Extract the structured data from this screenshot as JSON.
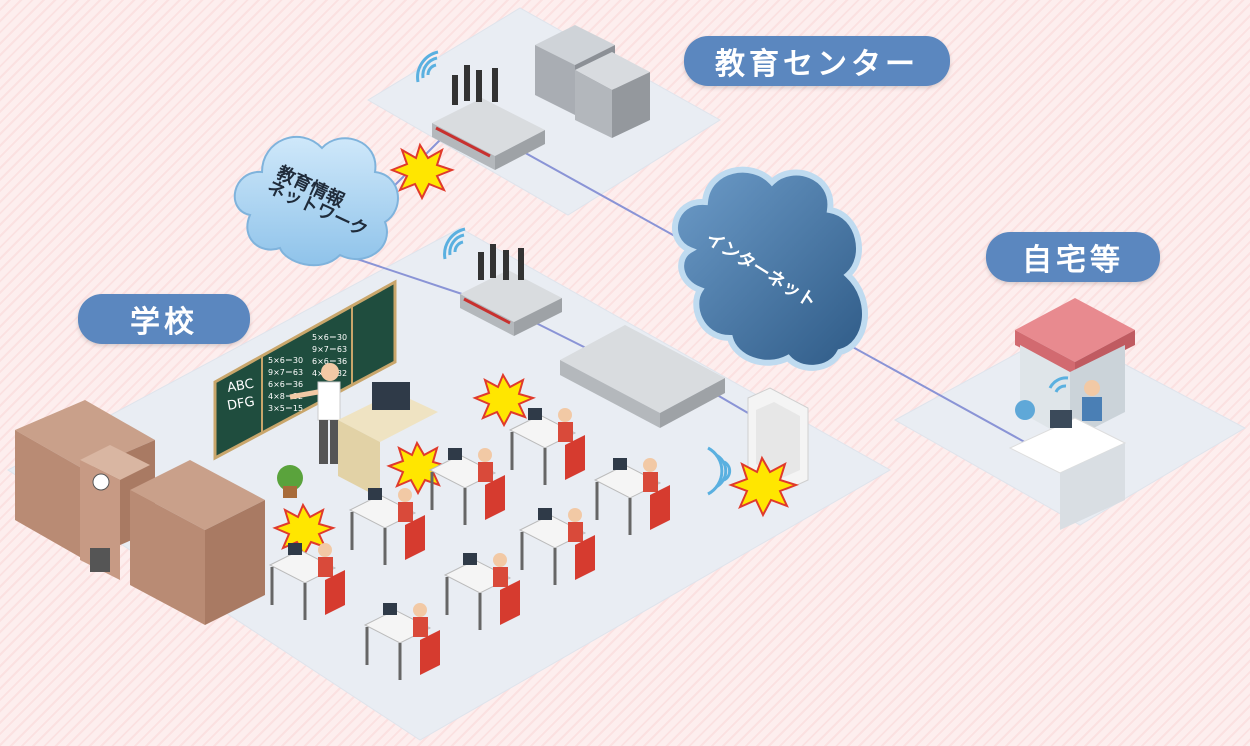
{
  "labels": {
    "education_center": "教育センター",
    "home": "自宅等",
    "school": "学校",
    "edu_network_line1": "教育情報",
    "edu_network_line2": "ネットワーク",
    "internet": "インターネット"
  },
  "chalkboard": {
    "left": [
      "ABC",
      "DFG"
    ],
    "middle": [
      "5×6＝30",
      "9×7＝63",
      "6×6＝36",
      "4×8＝32",
      "3×5＝15"
    ],
    "right": [
      "5×6＝30",
      "9×7＝63",
      "6×6＝36",
      "4×8＝32"
    ]
  },
  "colors": {
    "label_bg": "#5b87bf",
    "cloud": "#a9d3ef",
    "cloud_dark": "#3f6f9e",
    "platform": "#e9edf3",
    "threat": "#ffe600",
    "line": "#8a94d6"
  },
  "icons": [
    "wifi-icon",
    "server-icon",
    "router-icon",
    "switch-icon",
    "access-point-icon",
    "threat-burst-icon",
    "cloud-icon",
    "house-icon",
    "school-building-icon"
  ]
}
